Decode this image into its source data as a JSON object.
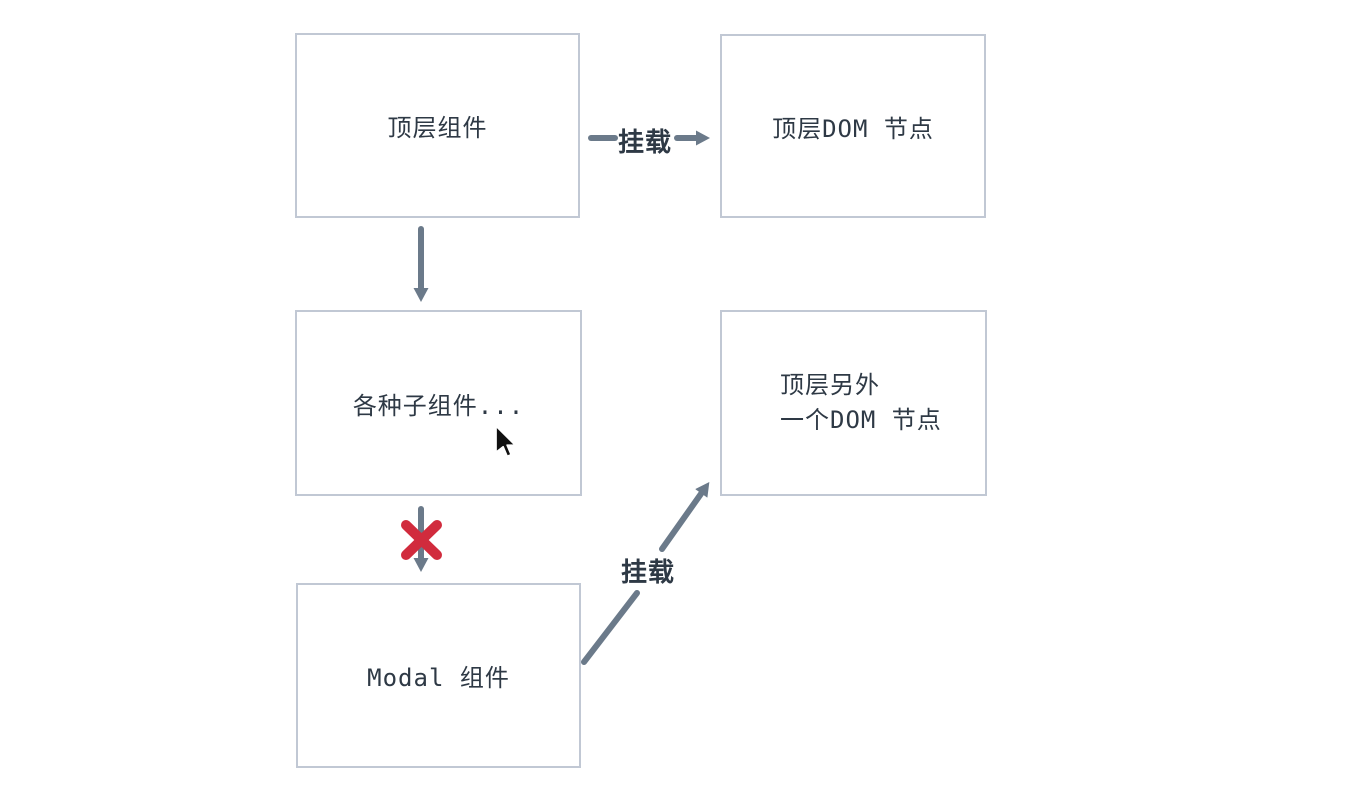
{
  "diagram": {
    "title": "react-portal-mount-diagram",
    "colors": {
      "background": "#ffffff",
      "box_border": "#c1c8d4",
      "box_background": "#ffffff",
      "text": "#2e3945",
      "arrow": "#6b7a8a",
      "blocked_cross": "#d12b3d"
    },
    "boxes": {
      "top_component": {
        "label": "顶层组件"
      },
      "top_dom_node": {
        "label": "顶层DOM 节点"
      },
      "child_components": {
        "label": "各种子组件..."
      },
      "another_dom_node": {
        "line1": "顶层另外",
        "line2": "一个DOM 节点"
      },
      "modal_component": {
        "label": "Modal 组件"
      }
    },
    "edges": {
      "mount_top_label": "挂载",
      "mount_modal_label": "挂载"
    },
    "icons": {
      "blocked_cross": "red-x-cross",
      "cursor": "mouse-pointer-arrow"
    }
  }
}
